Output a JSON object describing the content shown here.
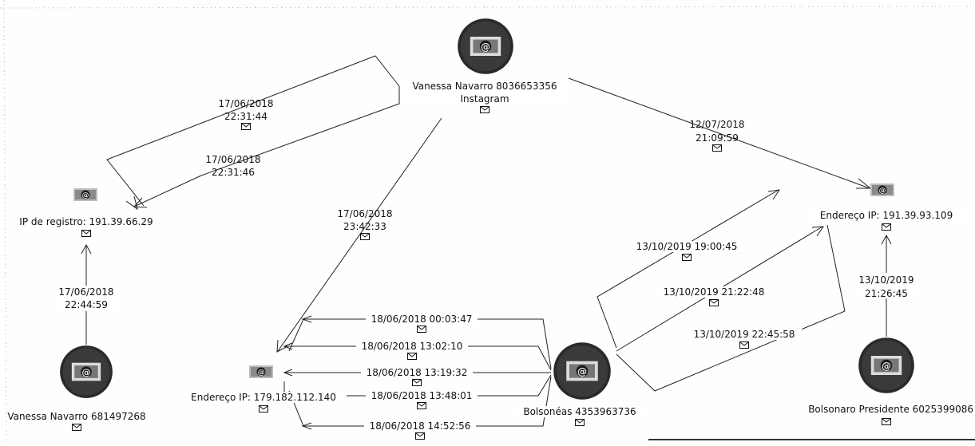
{
  "nodes": {
    "vanessa_instagram": {
      "name_line": "Vanessa Navarro 8036653356",
      "sub_line": "Instagram"
    },
    "ip_registro": {
      "label": "IP de registro: 191.39.66.29"
    },
    "vanessa_681": {
      "label": "Vanessa Navarro 681497268"
    },
    "ip_179": {
      "label": "Endereço IP: 179.182.112.140"
    },
    "bolsoneas": {
      "label": "Bolsonéas 4353963736"
    },
    "ip_191_93": {
      "label": "Endereço IP: 191.39.93.109"
    },
    "bolsonaro": {
      "label": "Bolsonaro Presidente 6025399086"
    }
  },
  "edges": [
    {
      "id": "e1",
      "date": "17/06/2018",
      "time": "22:31:44"
    },
    {
      "id": "e2",
      "date": "17/06/2018",
      "time": "22:31:46"
    },
    {
      "id": "e3",
      "date": "12/07/2018",
      "time": "21:09:59"
    },
    {
      "id": "e4",
      "date": "17/06/2018",
      "time": "23:42:33"
    },
    {
      "id": "e5",
      "date": "17/06/2018",
      "time": "22:44:59"
    },
    {
      "id": "e6",
      "label": "18/06/2018 00:03:47"
    },
    {
      "id": "e7",
      "label": "18/06/2018 13:02:10"
    },
    {
      "id": "e8",
      "label": "18/06/2018 13:19:32"
    },
    {
      "id": "e9",
      "label": "18/06/2018 13:48:01"
    },
    {
      "id": "e10",
      "label": "18/06/2018 14:52:56"
    },
    {
      "id": "e11",
      "label": "13/10/2019 19:00:45"
    },
    {
      "id": "e12",
      "label": "13/10/2019 21:22:48"
    },
    {
      "id": "e13",
      "label": "13/10/2019 22:45:58"
    },
    {
      "id": "e14",
      "date": "13/10/2019",
      "time": "21:26:45"
    }
  ],
  "icons": {
    "node": "user-avatar-icon",
    "ip": "ip-node-icon",
    "message": "envelope-icon"
  },
  "colors": {
    "line": "#222222",
    "avatar": "#2a2a2a"
  }
}
